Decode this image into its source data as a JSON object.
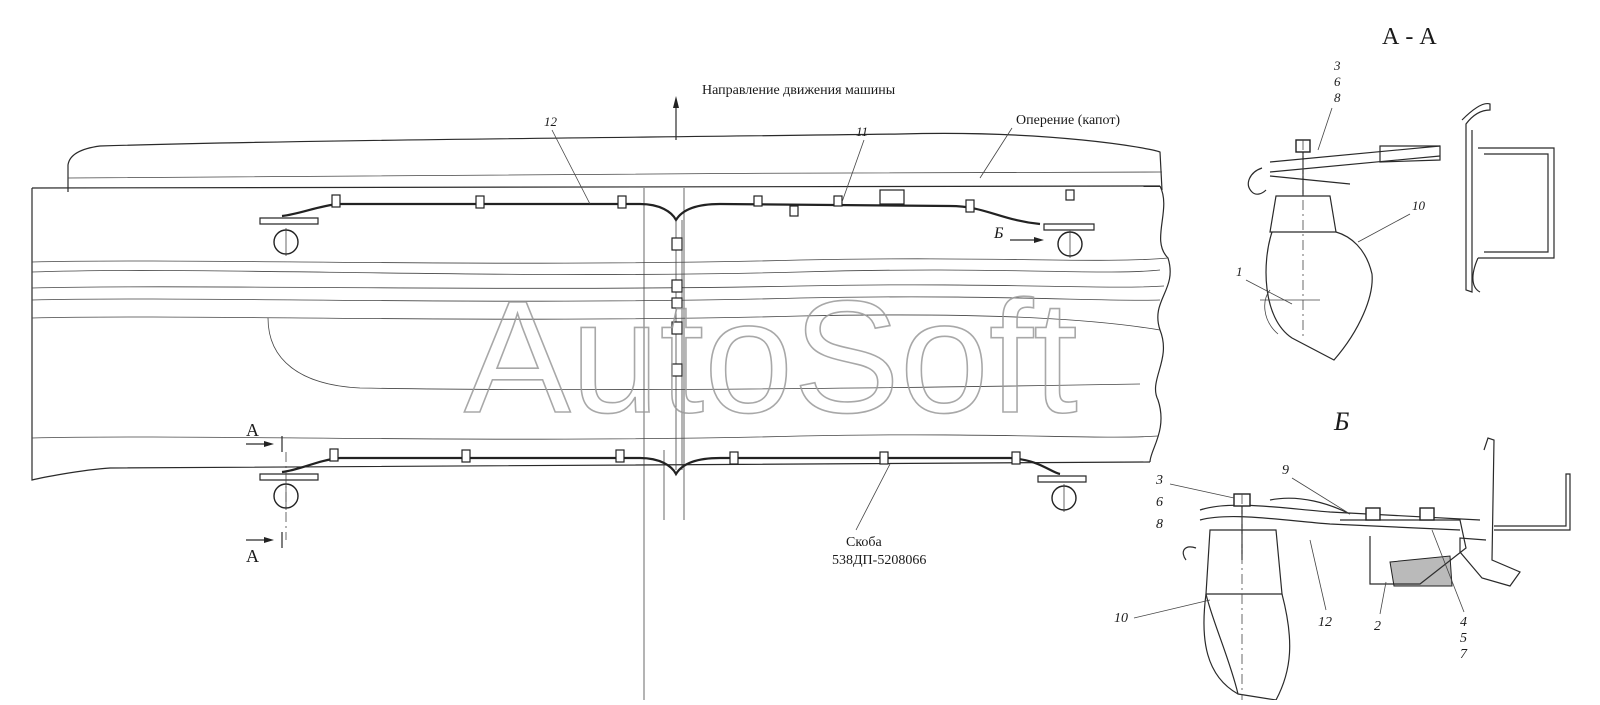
{
  "labels": {
    "direction": "Направление движения машины",
    "fender": "Оперение (капот)",
    "bracket_name": "Скоба",
    "bracket_part": "538ДП-5208066",
    "section_aa": "А - А",
    "view_b": "Б",
    "marker_b": "Б",
    "marker_a_top": "А",
    "marker_a_bottom": "А"
  },
  "callouts": {
    "c12_main": "12",
    "c11_main": "11",
    "aa_3": "3",
    "aa_6": "6",
    "aa_8": "8",
    "aa_10": "10",
    "aa_1": "1",
    "b_3": "3",
    "b_6": "6",
    "b_8": "8",
    "b_9": "9",
    "b_10": "10",
    "b_12": "12",
    "b_2": "2",
    "b_4": "4",
    "b_5": "5",
    "b_7": "7"
  },
  "watermark": "AutoSoft"
}
